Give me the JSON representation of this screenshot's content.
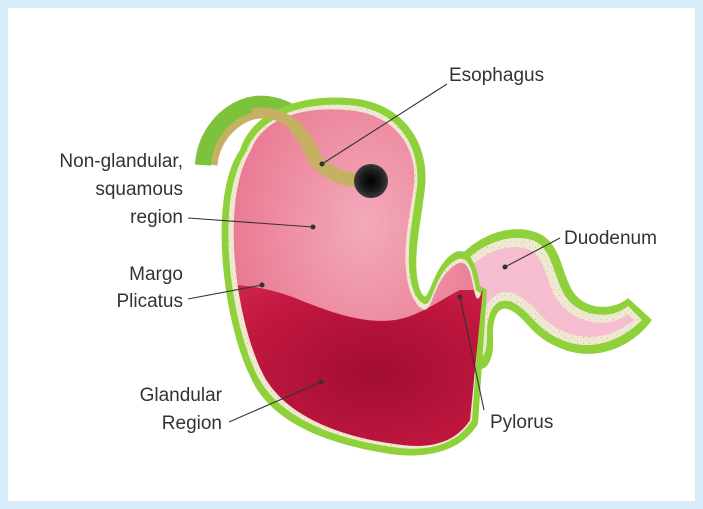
{
  "diagram": {
    "labels": {
      "esophagus": "Esophagus",
      "non_glandular_line1": "Non-glandular,",
      "non_glandular_line2": "squamous",
      "non_glandular_line3": "region",
      "margo_line1": "Margo",
      "margo_line2": "Plicatus",
      "glandular_line1": "Glandular",
      "glandular_line2": "Region",
      "duodenum": "Duodenum",
      "pylorus": "Pylorus"
    },
    "colors": {
      "background_border": "#d6ecf8",
      "outer_wall": "#8fd13a",
      "wall_speckle": "#efe9d2",
      "non_glandular": "#e8607e",
      "non_glandular_light": "#f4a7b6",
      "glandular": "#c4163f",
      "glandular_dark": "#9a0f31",
      "duodenum": "#f6bcd0",
      "esophagus_tube": "#c6b063",
      "esophagus_green": "#7dc23c"
    }
  }
}
